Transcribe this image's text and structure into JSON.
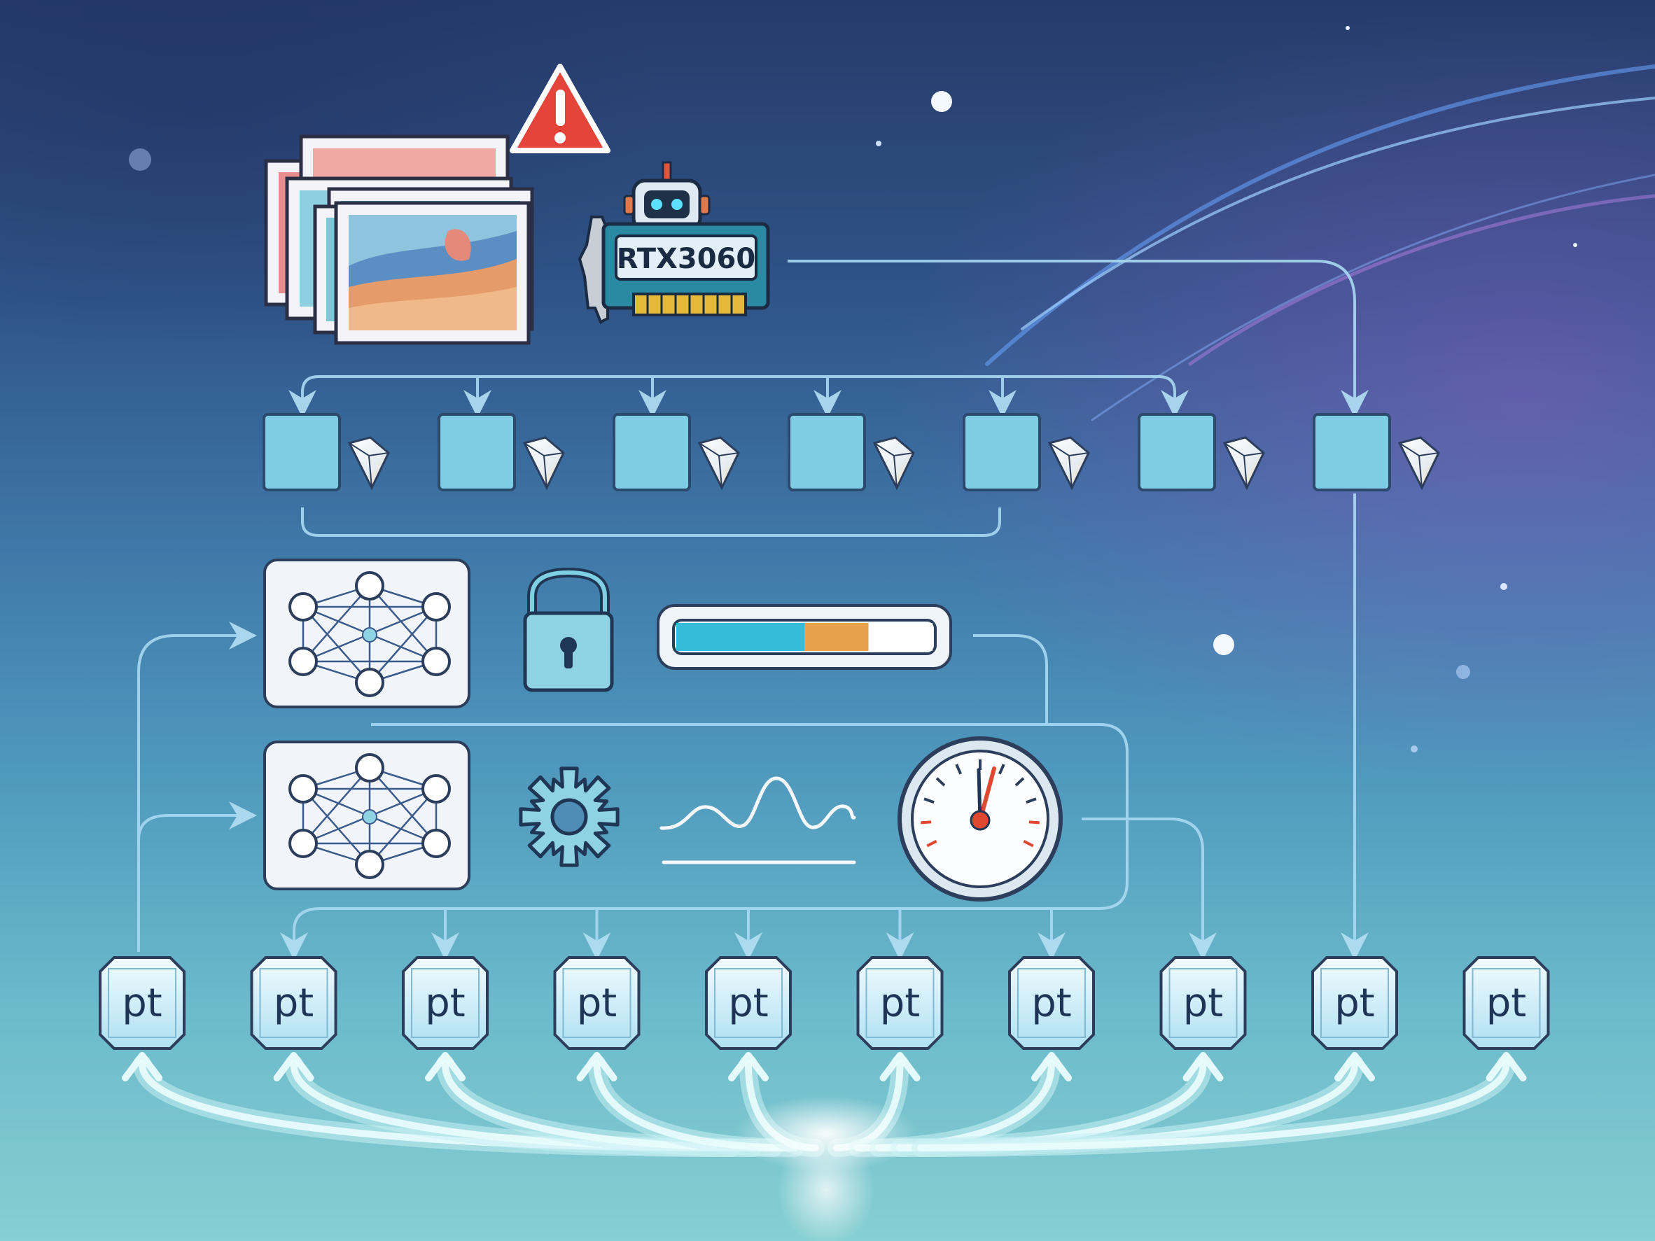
{
  "gpu": {
    "label": "RTX3060"
  },
  "tensor_files": {
    "label": "pt",
    "count": 10
  },
  "shards": {
    "count": 7
  },
  "progress_bar": {
    "segments": [
      0.5,
      0.25,
      0.25
    ]
  },
  "colors": {
    "flow_line": "#a9d9f2",
    "shard_fill": "#7fcde4",
    "card_fill": "#f1f5f9",
    "warning": "#e5443a",
    "progress_teal": "#34bcd8",
    "progress_orange": "#e7a04c",
    "gauge_needle": "#e04832"
  },
  "icons": [
    "image-stack-icon",
    "warning-icon",
    "gpu-card-icon",
    "robot-icon",
    "shard-square-icon",
    "crystal-icon",
    "neural-network-icon",
    "lock-icon",
    "progress-bar-icon",
    "gear-icon",
    "waveform-icon",
    "gauge-icon",
    "pt-file-icon"
  ]
}
